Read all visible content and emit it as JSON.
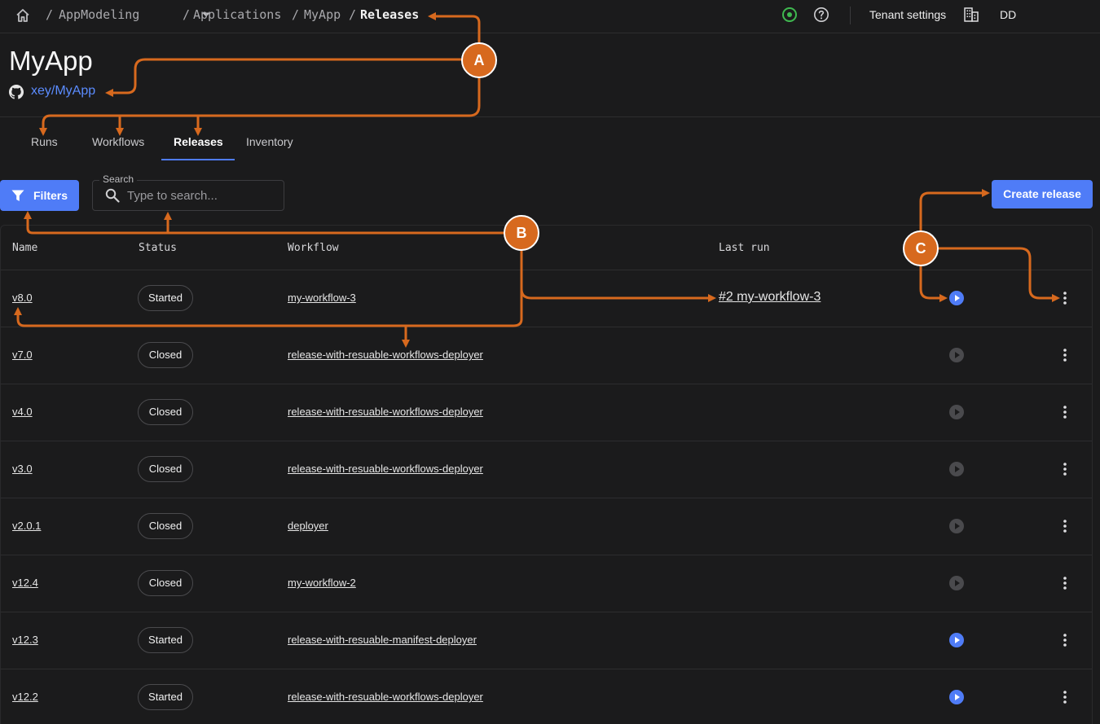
{
  "topbar": {
    "breadcrumb": [
      {
        "label": "AppModeling"
      },
      {
        "label": "Applications"
      },
      {
        "label": "MyApp"
      },
      {
        "label": "Releases"
      }
    ],
    "tenant_settings": "Tenant settings",
    "user_initials": "DD",
    "status_color": "#3fb950"
  },
  "header": {
    "title": "MyApp",
    "repo": "xey/MyApp"
  },
  "tabs": [
    {
      "label": "Runs",
      "active": false
    },
    {
      "label": "Workflows",
      "active": false
    },
    {
      "label": "Releases",
      "active": true
    },
    {
      "label": "Inventory",
      "active": false
    }
  ],
  "toolbar": {
    "filters_label": "Filters",
    "search_label": "Search",
    "search_placeholder": "Type to search...",
    "create_label": "Create release"
  },
  "table": {
    "columns": [
      "Name",
      "Status",
      "Workflow",
      "Last run"
    ],
    "rows": [
      {
        "name": "v8.0",
        "status": "Started",
        "workflow": "my-workflow-3",
        "last_run": "#2 my-workflow-3",
        "run_enabled": true
      },
      {
        "name": "v7.0",
        "status": "Closed",
        "workflow": "release-with-resuable-workflows-deployer",
        "last_run": "",
        "run_enabled": false
      },
      {
        "name": "v4.0",
        "status": "Closed",
        "workflow": "release-with-resuable-workflows-deployer",
        "last_run": "",
        "run_enabled": false
      },
      {
        "name": "v3.0",
        "status": "Closed",
        "workflow": "release-with-resuable-workflows-deployer",
        "last_run": "",
        "run_enabled": false
      },
      {
        "name": "v2.0.1",
        "status": "Closed",
        "workflow": "deployer",
        "last_run": "",
        "run_enabled": false
      },
      {
        "name": "v12.4",
        "status": "Closed",
        "workflow": "my-workflow-2",
        "last_run": "",
        "run_enabled": false
      },
      {
        "name": "v12.3",
        "status": "Started",
        "workflow": "release-with-resuable-manifest-deployer",
        "last_run": "",
        "run_enabled": true
      },
      {
        "name": "v12.2",
        "status": "Started",
        "workflow": "release-with-resuable-workflows-deployer",
        "last_run": "",
        "run_enabled": true
      }
    ]
  },
  "annotations": {
    "color": "#d7691e",
    "callouts": [
      "A",
      "B",
      "C"
    ]
  },
  "colors": {
    "accent": "#4f7cf7",
    "link": "#5b8cff",
    "background": "#1b1b1c"
  }
}
